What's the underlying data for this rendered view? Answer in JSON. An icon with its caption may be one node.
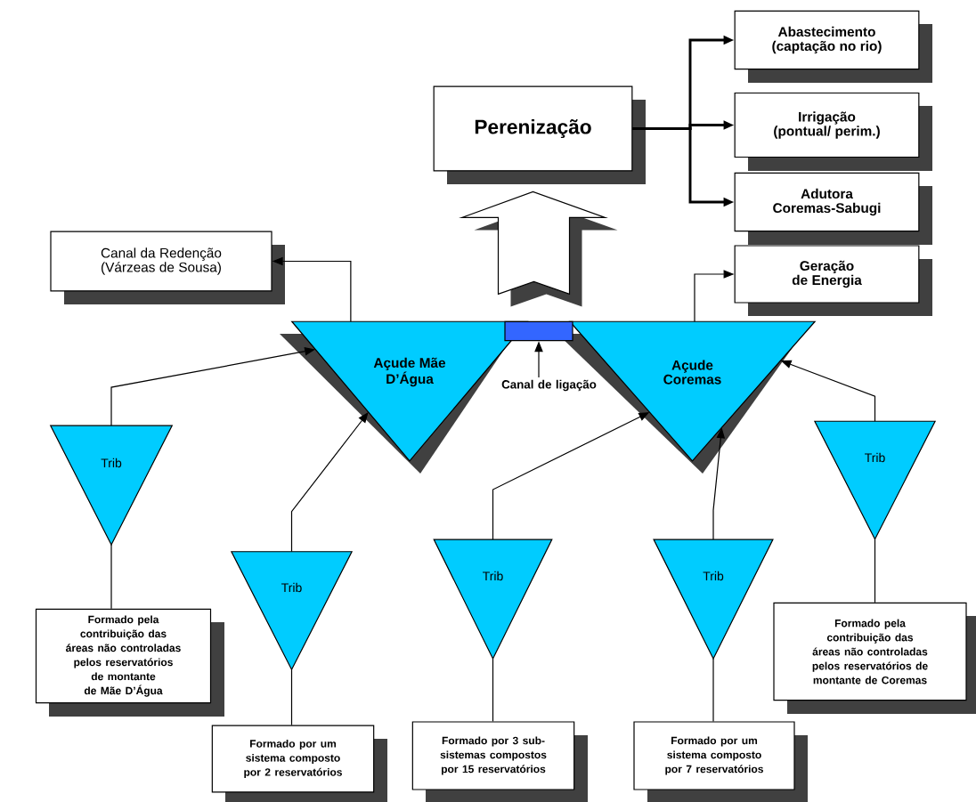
{
  "diagram": {
    "nodes": [
      {
        "text": [
          "Perenização"
        ]
      },
      {
        "text": [
          "Abastecimento (captação no rio)"
        ]
      },
      {
        "text": [
          "Irrigação (pontual/ perim.)"
        ]
      },
      {
        "text": [
          "Adutora Coremas-Sabugi"
        ]
      },
      {
        "text": [
          "Geração de Energia"
        ]
      },
      {
        "text": [
          "Canal da Redenção (Várzeas de Sousa)"
        ]
      },
      {
        "text": [
          "Açude Mãe D’Água"
        ]
      },
      {
        "text": [
          "Açude Coremas"
        ]
      },
      {
        "text": [],
        "shape": "box"
      },
      {
        "text": [
          "Canal de ligação"
        ]
      },
      {
        "text": [
          "Trib"
        ]
      },
      {
        "text": [
          "Trib"
        ]
      },
      {
        "text": [
          "Trib"
        ]
      },
      {
        "text": [
          "Trib"
        ]
      },
      {
        "text": [
          "Trib"
        ]
      },
      {
        "text": [
          "Formado pela contribuição das áreas não controladas pelos reservatórios de montante de Mãe D’Água"
        ]
      },
      {
        "text": [
          "Formado por um sistema composto por 2 reservatórios"
        ]
      },
      {
        "text": [
          "Formado por 3 sub-sistemas compostos por 15 reservatórios"
        ]
      },
      {
        "text": [
          "Formado por um sistema composto por 7 reservatórios"
        ]
      },
      {
        "text": [
          "Formado pela contribuição das áreas não controladas pelos reservatórios de montante de Coremas"
        ]
      }
    ],
    "edges": [
      {
        "from": 0,
        "to": 1,
        "arrow": "to",
        "style": "thick"
      },
      {
        "from": 0,
        "to": 2,
        "arrow": "to",
        "style": "thick"
      },
      {
        "from": 0,
        "to": 3,
        "arrow": "to",
        "style": "thick"
      },
      {
        "from": 7,
        "to": 4,
        "arrow": "to"
      },
      {
        "from": 6,
        "to": 5,
        "arrow": "to"
      },
      {
        "from": 9,
        "to": 8,
        "arrow": "to"
      },
      {
        "from": null,
        "to": 0,
        "arrow": "to",
        "style": "thick"
      },
      {
        "from": 10,
        "to": 6,
        "arrow": "to"
      },
      {
        "from": 11,
        "to": 6,
        "arrow": "to"
      },
      {
        "from": 12,
        "to": 7,
        "arrow": "to"
      },
      {
        "from": 13,
        "to": 7,
        "arrow": "to"
      },
      {
        "from": 14,
        "to": 7,
        "arrow": "to"
      },
      {
        "from": 10,
        "to": 15,
        "arrow": "none"
      },
      {
        "from": 11,
        "to": 16,
        "arrow": "none"
      },
      {
        "from": 12,
        "to": 17,
        "arrow": "none"
      },
      {
        "from": 13,
        "to": 18,
        "arrow": "none"
      },
      {
        "from": 14,
        "to": 19,
        "arrow": "none"
      }
    ]
  }
}
